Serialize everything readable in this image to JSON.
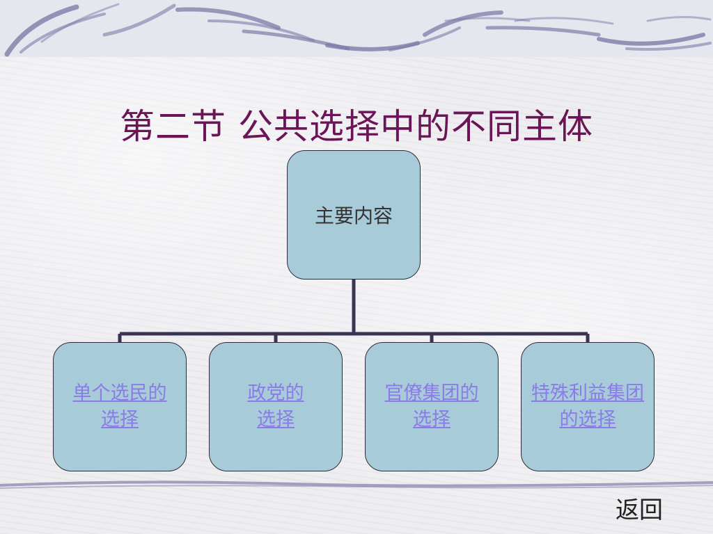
{
  "slide": {
    "title": "第二节 公共选择中的不同主体",
    "root_box": {
      "label": "主要内容"
    },
    "children": [
      {
        "line1": "单个选民的",
        "line2": "选择"
      },
      {
        "line1": "政党的",
        "line2": "选择"
      },
      {
        "line1": "官僚集团的",
        "line2": "选择"
      },
      {
        "line1": "特殊利益集团",
        "line2": "的选择"
      }
    ],
    "back_link": "返回"
  },
  "colors": {
    "title": "#6b1456",
    "box_fill": "#a8cbd9",
    "box_border": "#2b2b3a",
    "link": "#8a7be6",
    "connector": "#3a3454",
    "swoosh": "#7d7ca8"
  },
  "icons": [
    "swoosh-decoration"
  ]
}
